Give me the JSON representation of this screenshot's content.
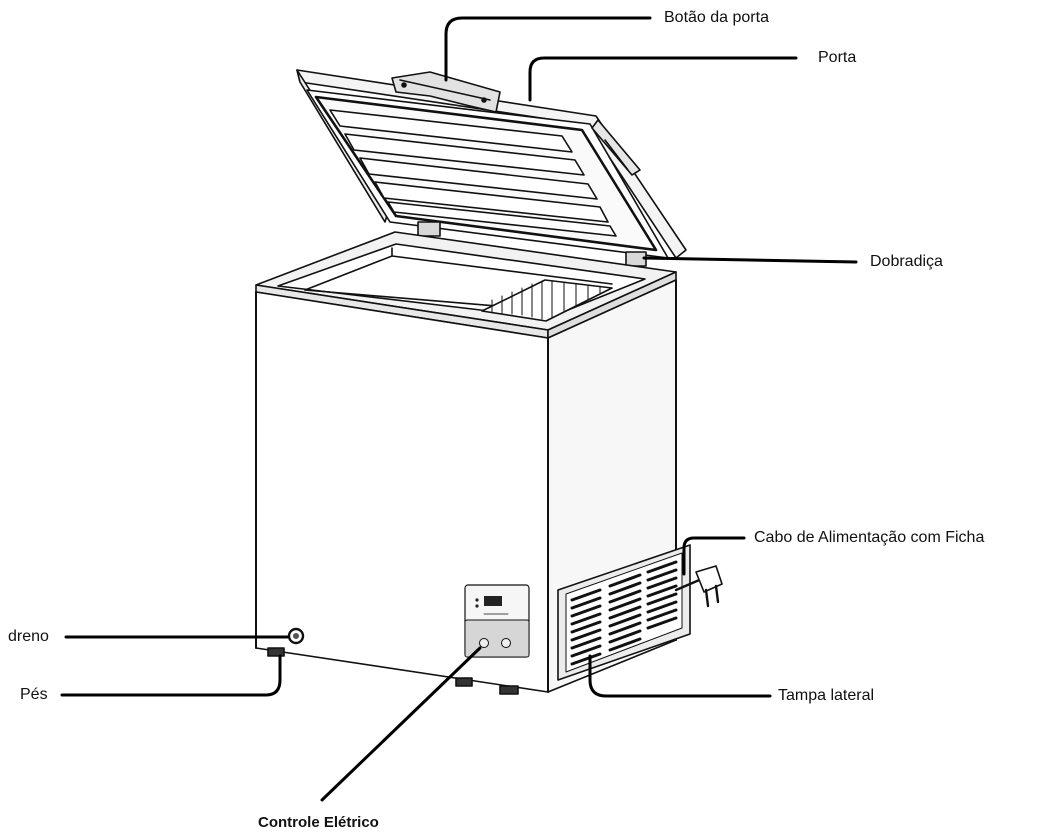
{
  "labels": {
    "door_handle": "Botão da porta",
    "door": "Porta",
    "hinge": "Dobradiça",
    "power_cord": "Cabo de Alimentação com Ficha",
    "drain": "dreno",
    "feet": "Pés",
    "side_cover": "Tampa lateral",
    "controller": "Controle Elétrico"
  },
  "colors": {
    "line": "#111111",
    "background": "#ffffff"
  }
}
